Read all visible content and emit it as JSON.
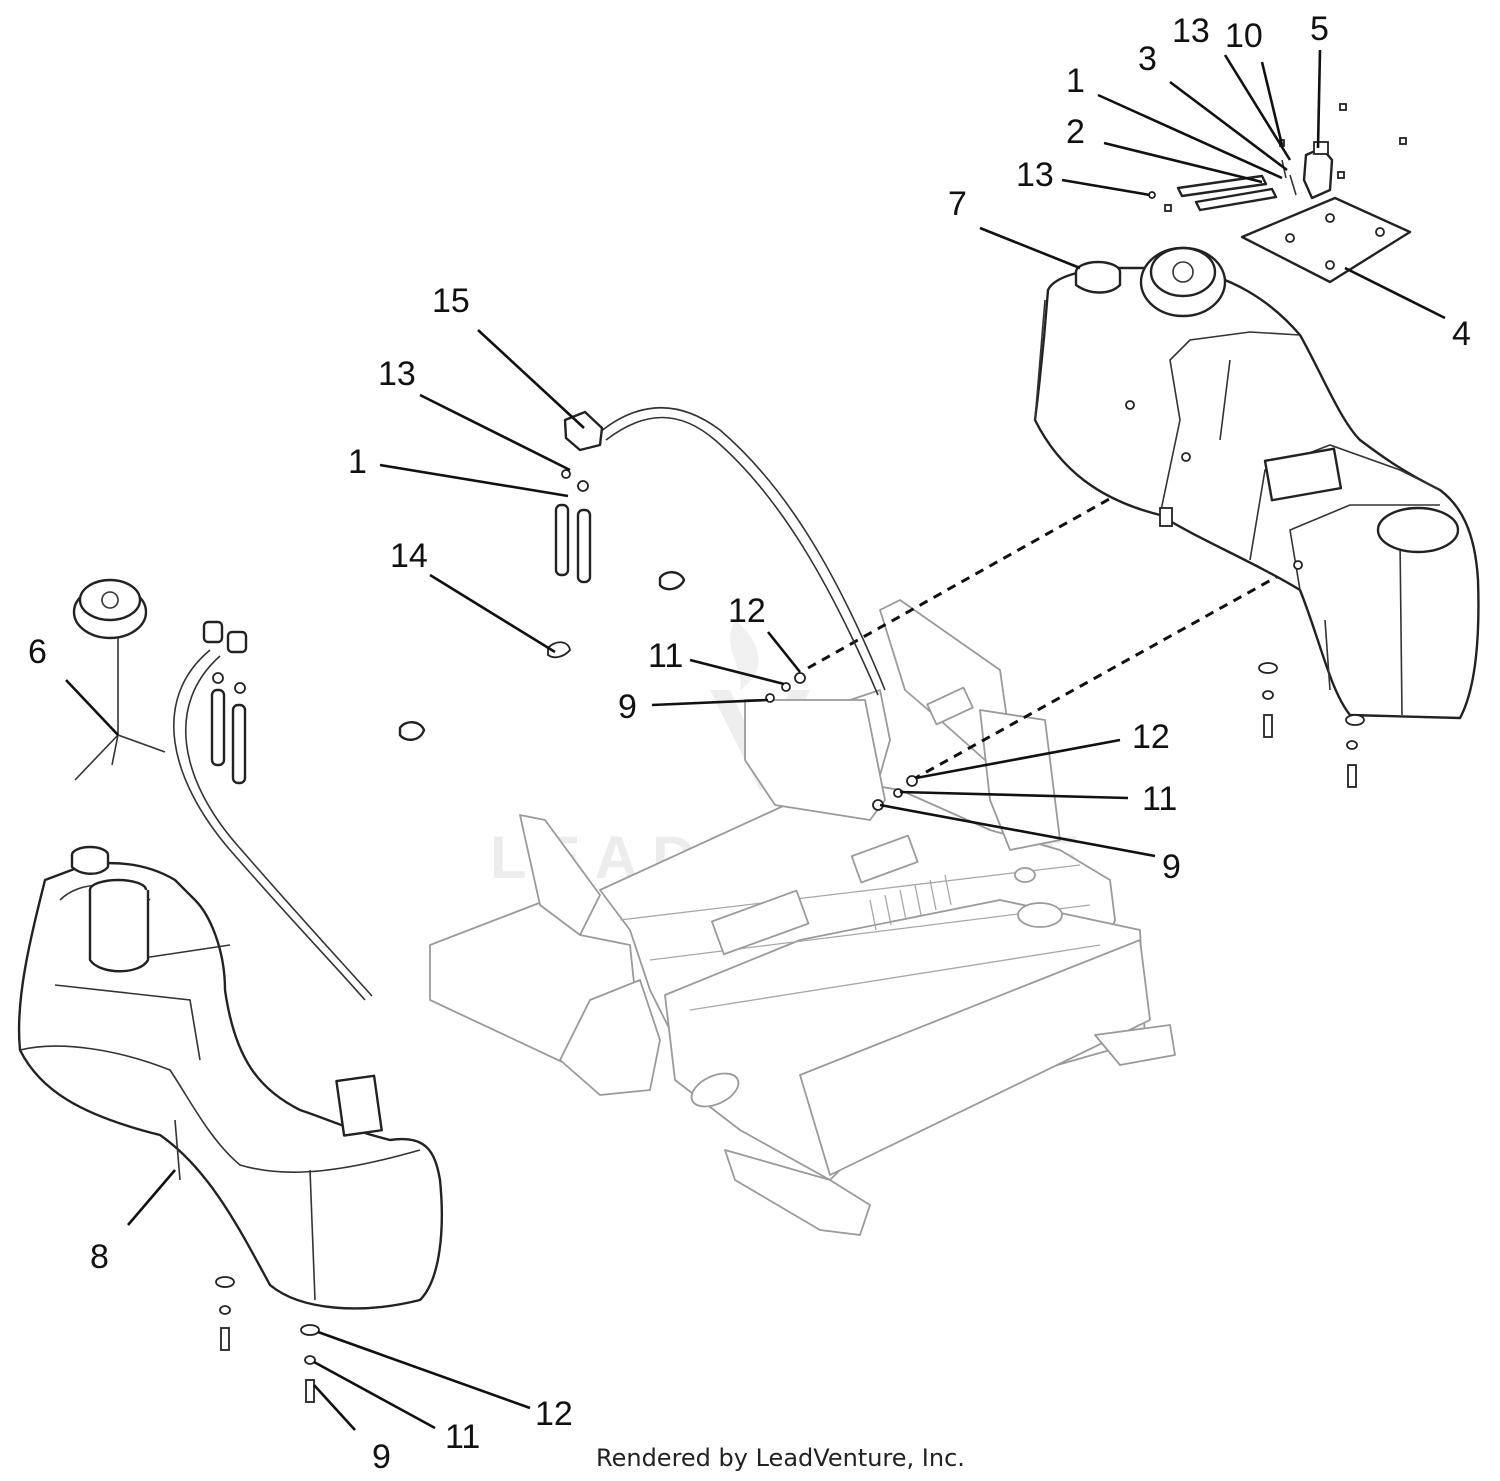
{
  "callouts": {
    "c1a": "1",
    "c1b": "1",
    "c2": "2",
    "c3": "3",
    "c4": "4",
    "c5": "5",
    "c6": "6",
    "c7": "7",
    "c8": "8",
    "c9a": "9",
    "c9b": "9",
    "c9c": "9",
    "c10": "10",
    "c11a": "11",
    "c11b": "11",
    "c11c": "11",
    "c12a": "12",
    "c12b": "12",
    "c12c": "12",
    "c13a": "13",
    "c13b": "13",
    "c13c": "13",
    "c14": "14",
    "c15": "15"
  },
  "watermark": "LEADVENTURE",
  "footer": "Rendered by LeadVenture, Inc."
}
